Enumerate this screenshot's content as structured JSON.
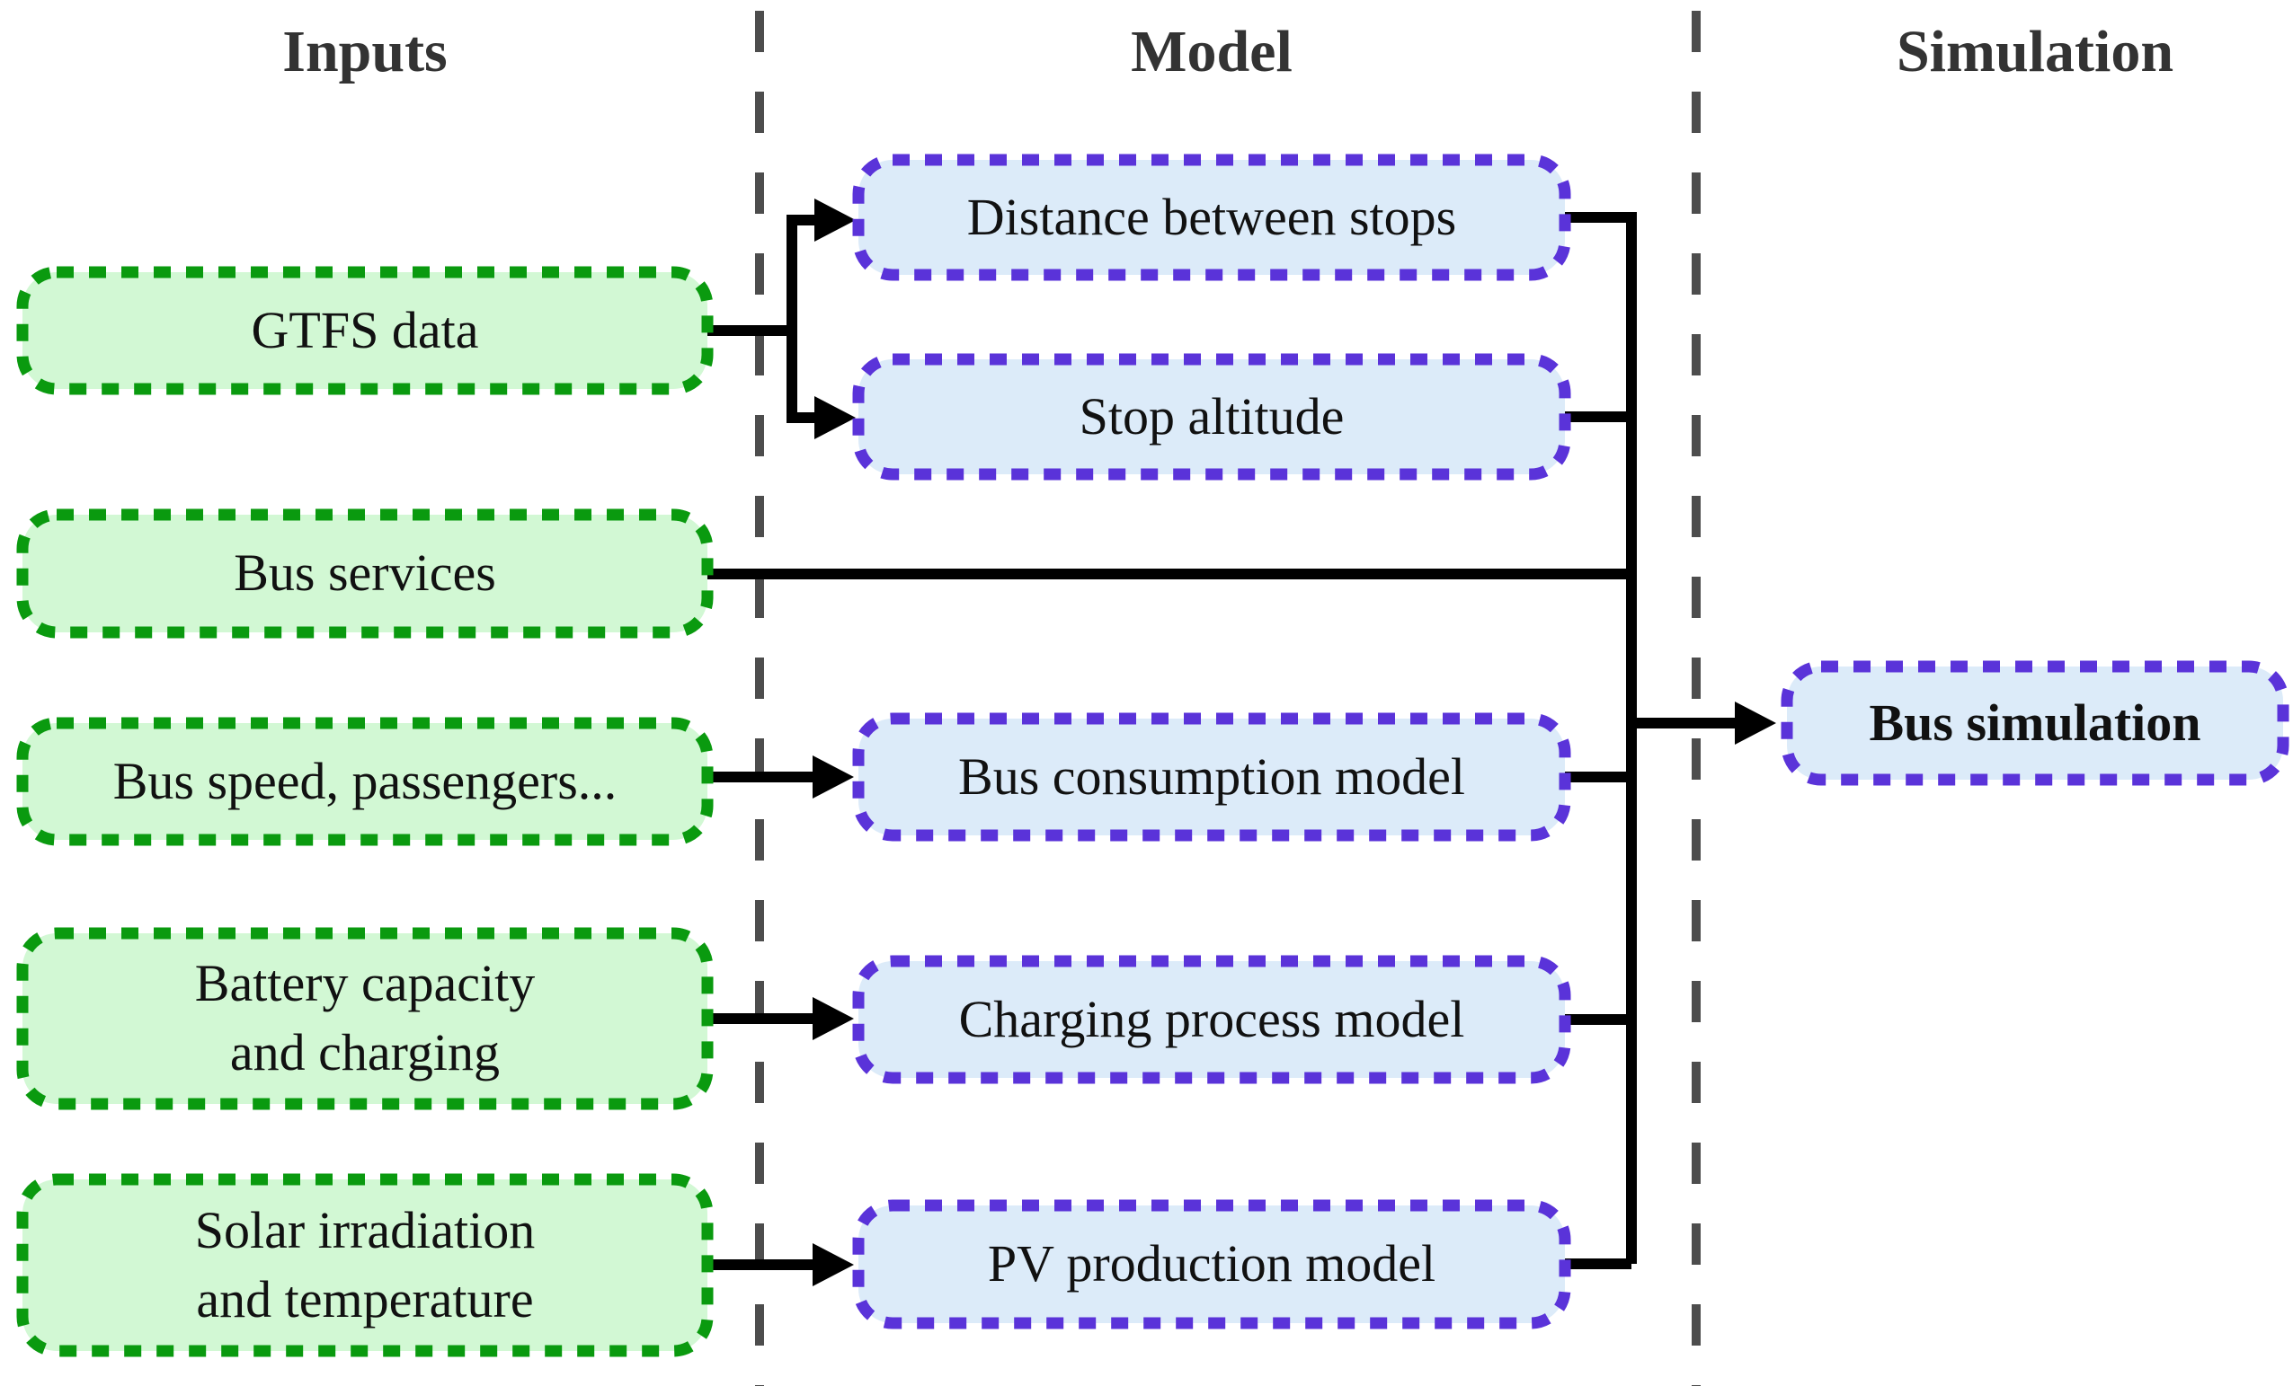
{
  "columns": {
    "inputs": "Inputs",
    "model": "Model",
    "simulation": "Simulation"
  },
  "input_boxes": [
    {
      "label": "GTFS data"
    },
    {
      "label": "Bus services"
    },
    {
      "label": "Bus speed, passengers..."
    },
    {
      "label": "Battery capacity\nand charging"
    },
    {
      "label": "Solar irradiation\nand temperature"
    }
  ],
  "model_boxes": [
    {
      "label": "Distance between stops"
    },
    {
      "label": "Stop altitude"
    },
    {
      "label": "Bus consumption model"
    },
    {
      "label": "Charging process model"
    },
    {
      "label": "PV production model"
    }
  ],
  "simulation_boxes": [
    {
      "label": "Bus simulation"
    }
  ],
  "edges": [
    {
      "from": "GTFS data",
      "to": "Distance between stops"
    },
    {
      "from": "GTFS data",
      "to": "Stop altitude"
    },
    {
      "from": "Bus services",
      "to": "Bus simulation"
    },
    {
      "from": "Bus speed, passengers...",
      "to": "Bus consumption model"
    },
    {
      "from": "Battery capacity\nand charging",
      "to": "Charging process model"
    },
    {
      "from": "Solar irradiation\nand temperature",
      "to": "PV production model"
    },
    {
      "from": "Distance between stops",
      "to": "Bus simulation"
    },
    {
      "from": "Stop altitude",
      "to": "Bus simulation"
    },
    {
      "from": "Bus consumption model",
      "to": "Bus simulation"
    },
    {
      "from": "Charging process model",
      "to": "Bus simulation"
    },
    {
      "from": "PV production model",
      "to": "Bus simulation"
    }
  ],
  "colors": {
    "input_fill": "#d2f8d4",
    "input_border": "#0a9a0f",
    "model_fill": "#dcebf9",
    "model_border": "#5a33d9",
    "connector": "#000000",
    "divider": "#4d4d4d",
    "title_text": "#333333",
    "label_text": "#111111"
  }
}
